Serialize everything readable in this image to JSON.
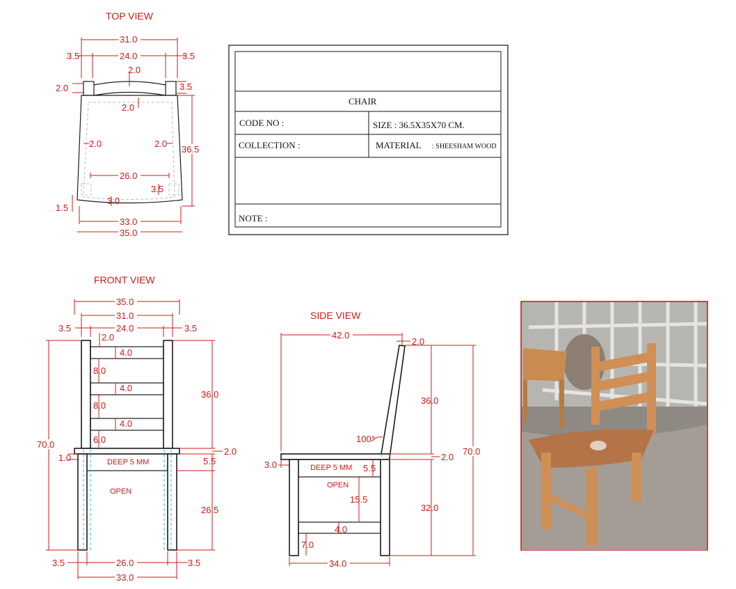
{
  "titles": {
    "top": "TOP VIEW",
    "front": "FRONT VIEW",
    "side": "SIDE VIEW"
  },
  "title_block": {
    "product": "CHAIR",
    "code_label": "CODE NO :",
    "size_label": "SIZE : 36.5X35X70 CM.",
    "collection_label": "COLLECTION :",
    "material_label": "MATERIAL",
    "material_value": ": SHEESHAM WOOD",
    "note_label": "NOTE :"
  },
  "top_view": {
    "d_31": "31.0",
    "d_24": "24.0",
    "d_35_left": "3.5",
    "d_35_right": "3.5",
    "d_2_top": "2.0",
    "d_2_left": "2.0",
    "d_35_side": "3.5",
    "d_2_inner": "2.0",
    "d_2_leftin": "2.0",
    "d_2_rightin": "2.0",
    "d_365": "36.5",
    "d_26": "26.0",
    "d_35_front": "3.5",
    "d_15": "1.5",
    "d_3": "3.0",
    "d_33": "33.0",
    "d_35": "35.0"
  },
  "front_view": {
    "d_35": "35.0",
    "d_31": "31.0",
    "d_24": "24.0",
    "d_35_l": "3.5",
    "d_35_r": "3.5",
    "d_2": "2.0",
    "d_4a": "4.0",
    "d_8a": "8.0",
    "d_4b": "4.0",
    "d_8b": "8.0",
    "d_4c": "4.0",
    "d_6": "6.0",
    "d_70": "70.0",
    "d_36": "36.0",
    "d_2r": "2.0",
    "d_1": "1.0",
    "d_55": "5.5",
    "deep": "DEEP 5 MM",
    "open": "OPEN",
    "d_265": "26.5",
    "d_35_bl": "3.5",
    "d_26": "26.0",
    "d_35_br": "3.5",
    "d_33": "33.0"
  },
  "side_view": {
    "d_42": "42.0",
    "d_2_top": "2.0",
    "d_36": "36.0",
    "d_70": "70.0",
    "d_100": "100°",
    "d_3": "3.0",
    "deep": "DEEP 5 MM",
    "d_55": "5.5",
    "d_2_mid": "2.0",
    "open": "OPEN",
    "d_155": "15.5",
    "d_32": "32.0",
    "d_4": "4.0",
    "d_7": "7.0",
    "d_34": "34.0"
  },
  "photo": {
    "description_icon": "chair-photo"
  }
}
